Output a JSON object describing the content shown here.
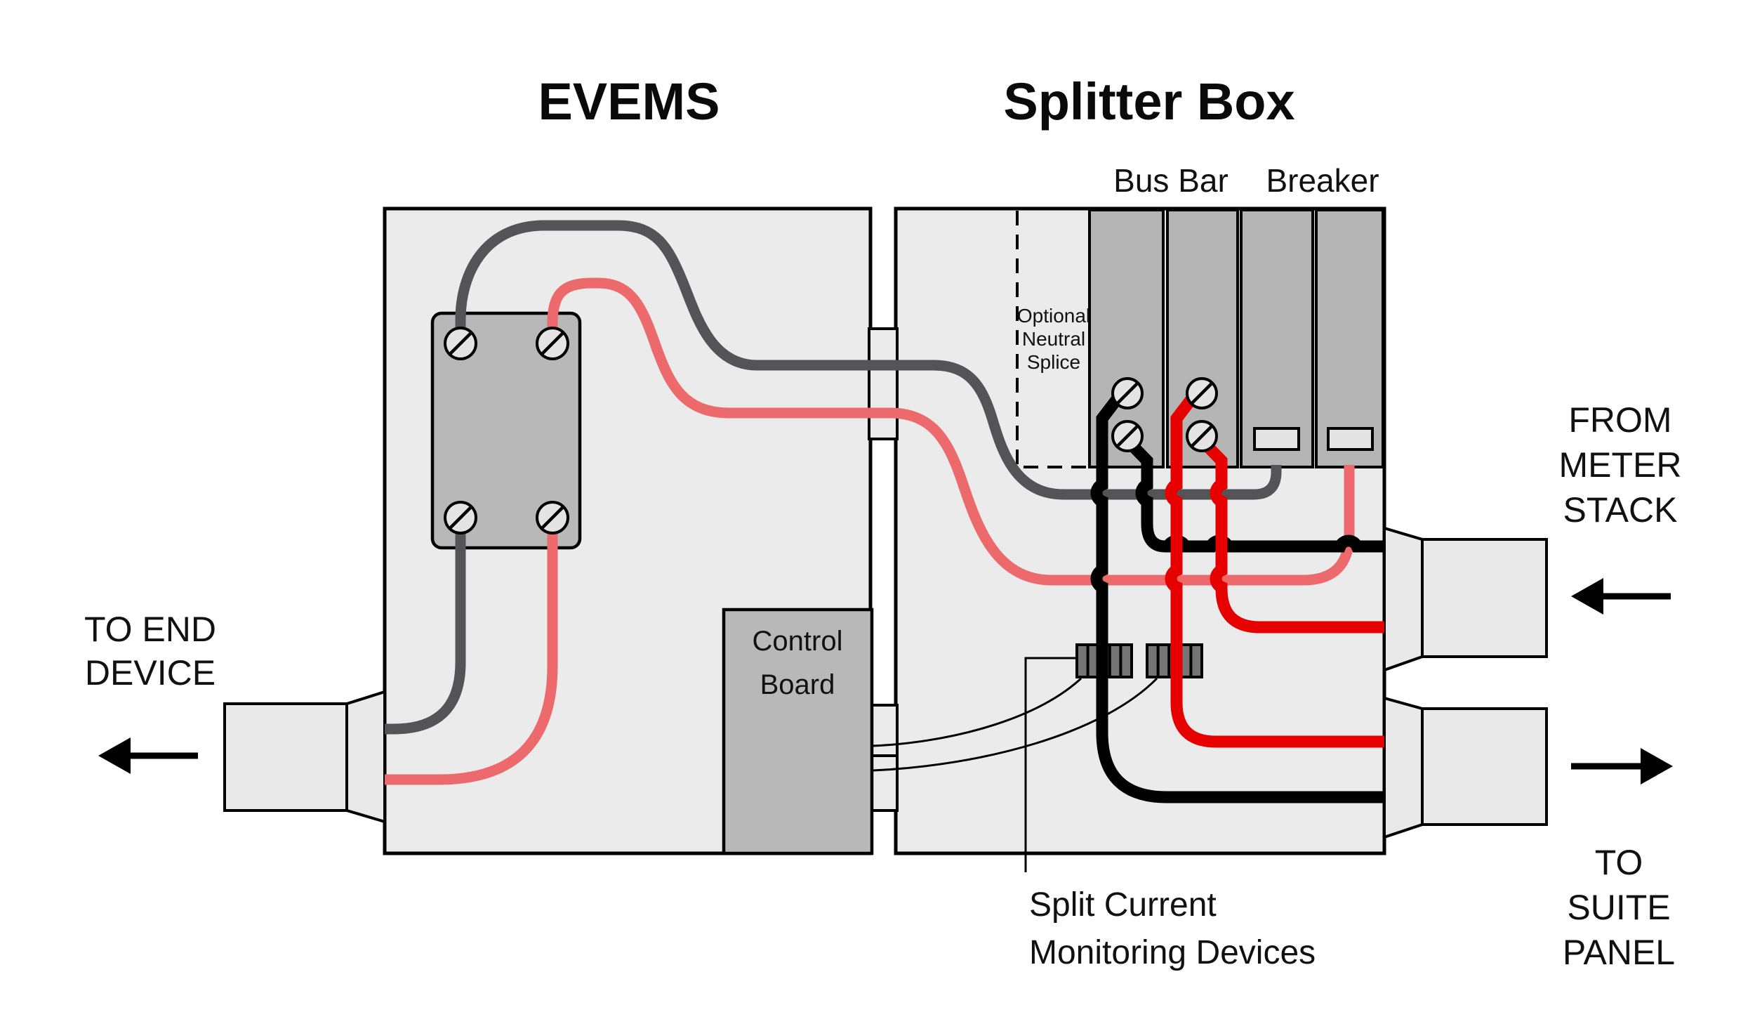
{
  "app": {
    "type": "wiring-diagram",
    "subject": "EVEMS and Splitter Box wiring with split current monitoring"
  },
  "titles": {
    "evems": "EVEMS",
    "splitter_box": "Splitter Box"
  },
  "splitter": {
    "bus_bar_label": "Bus Bar",
    "breaker_label": "Breaker",
    "optional_neutral_splice": {
      "line1": "Optional",
      "line2": "Neutral",
      "line3": "Splice"
    }
  },
  "evems": {
    "control_board": {
      "line1": "Control",
      "line2": "Board"
    }
  },
  "annotations": {
    "split_current_monitoring": {
      "line1": "Split Current",
      "line2": "Monitoring Devices"
    },
    "to_end_device": {
      "line1": "TO END",
      "line2": "DEVICE"
    },
    "from_meter_stack": {
      "line1": "FROM",
      "line2": "METER",
      "line3": "STACK"
    },
    "to_suite_panel": {
      "line1": "TO",
      "line2": "SUITE",
      "line3": "PANEL"
    }
  },
  "colors": {
    "box_fill": "#ebebeb",
    "conduit_fill": "#e9e9e9",
    "component_fill": "#b5b5b5",
    "block_fill": "#b8b8b8",
    "device_fill": "#757575",
    "screw_fill": "#e4e4e4",
    "wire_gray": "#545457",
    "wire_pink": "#ec6a6b",
    "wire_black": "#000000",
    "wire_red": "#e60000",
    "outline": "#000000"
  }
}
